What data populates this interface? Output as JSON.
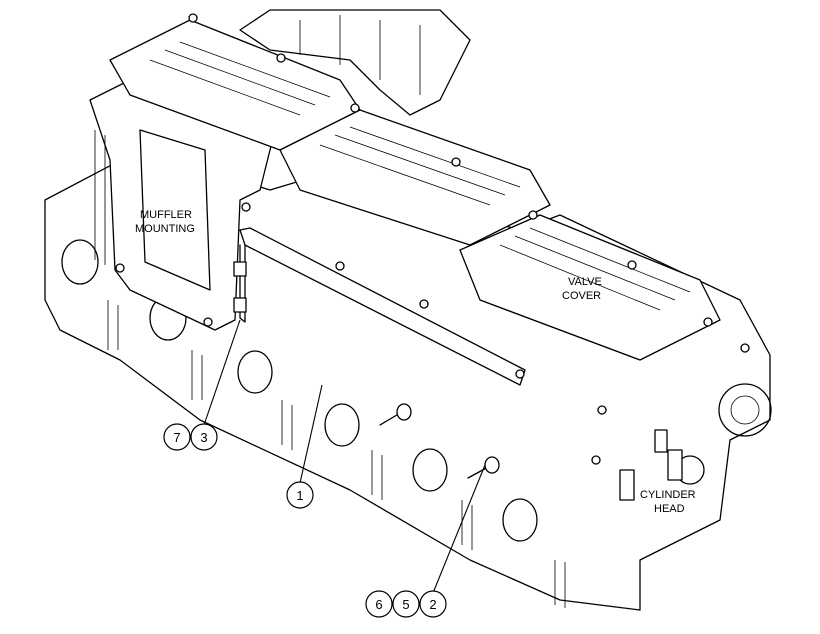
{
  "labels": {
    "muffler_line1": "MUFFLER",
    "muffler_line2": "MOUNTING",
    "valve_line1": "VALVE",
    "valve_line2": "COVER",
    "cylinder_line1": "CYLINDER",
    "cylinder_line2": "HEAD"
  },
  "callouts": {
    "c7": "7",
    "c3": "3",
    "c1": "1",
    "c6": "6",
    "c5": "5",
    "c2": "2"
  }
}
